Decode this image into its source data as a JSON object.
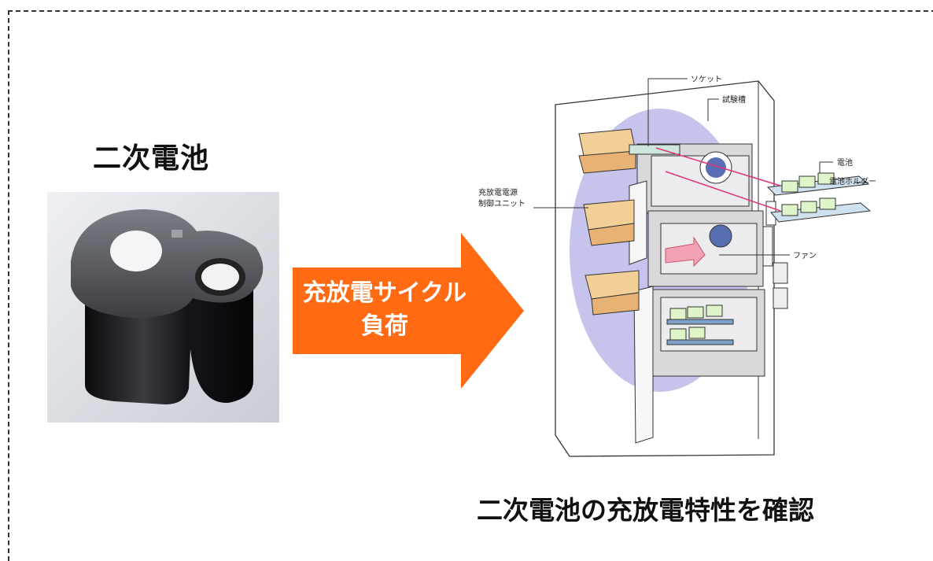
{
  "left_title": "二次電池",
  "arrow": {
    "line1": "充放電サイクル",
    "line2": "負荷",
    "color": "#ff6a13"
  },
  "chamber_labels": {
    "socket": "ソケット",
    "test_tank": "試験槽",
    "battery": "電池",
    "battery_holder": "電池ホルダー",
    "control_unit_line1": "充放電電源",
    "control_unit_line2": "制御ユニット",
    "fan": "ファン"
  },
  "caption": "二次電池の充放電特性を確認"
}
